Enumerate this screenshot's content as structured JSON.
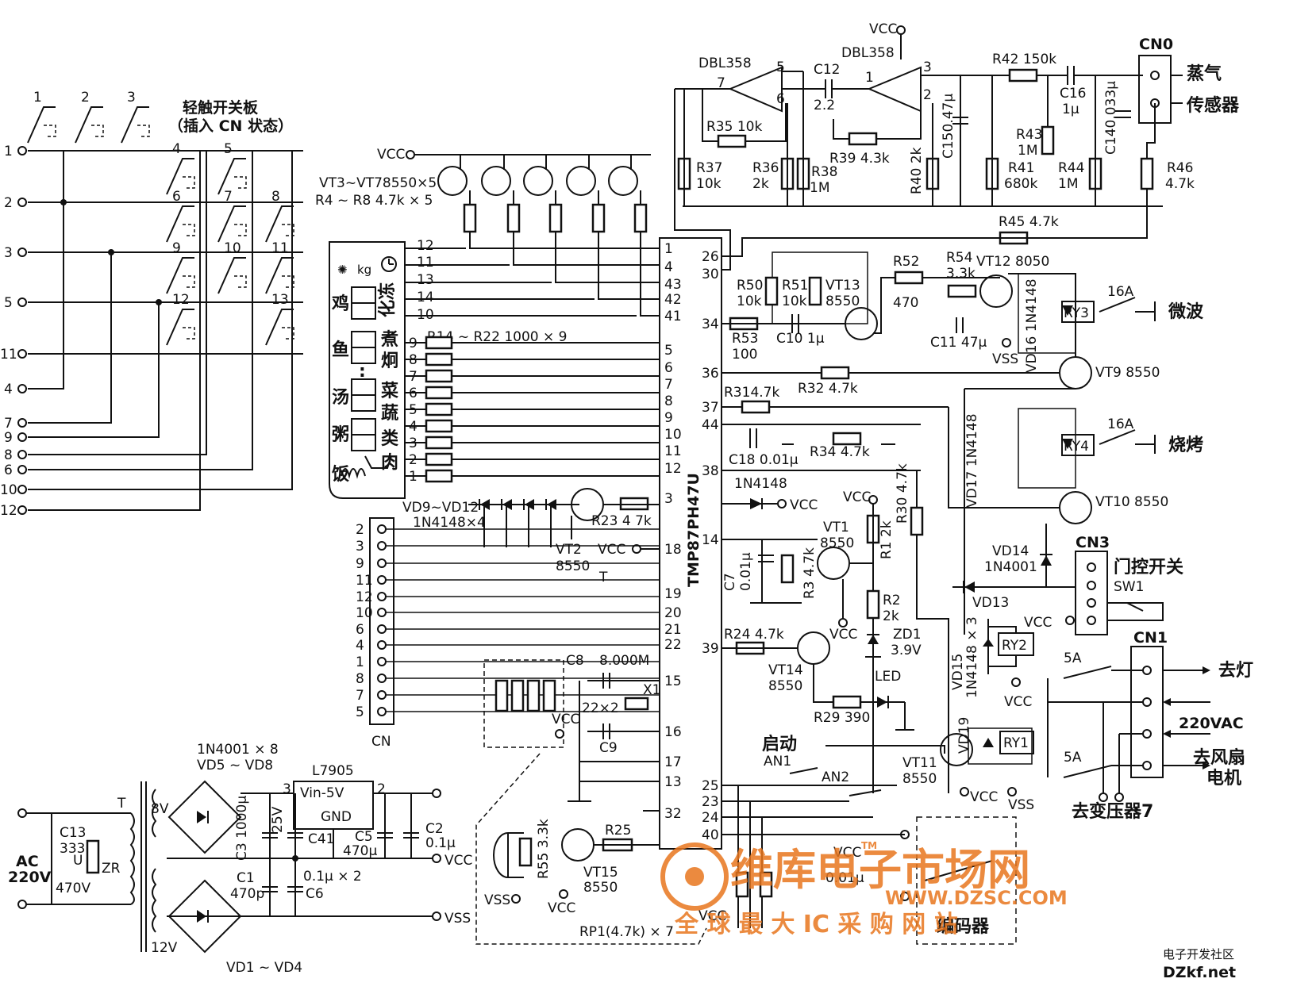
{
  "keypad": {
    "title": "轻触开关板",
    "subtitle": "（插入 CN 状态）",
    "row_pins": [
      "1",
      "2",
      "3",
      "5",
      "11"
    ],
    "col_pins": [
      "4",
      "7",
      "9",
      "8",
      "6",
      "10",
      "12"
    ],
    "keys": [
      "1",
      "2",
      "3",
      "4",
      "5",
      "6",
      "7",
      "8",
      "9",
      "10",
      "11",
      "12",
      "13"
    ]
  },
  "display": {
    "pins": [
      "12",
      "11",
      "13",
      "14",
      "10"
    ],
    "labels": [
      "鸡",
      "化冻",
      "鱼",
      "煮",
      "炯",
      "汤",
      "菜",
      "粥",
      "蔬",
      "类",
      "饭",
      "肉"
    ],
    "segment_pins": [
      "9",
      "8",
      "7",
      "6",
      "5",
      "4",
      "3",
      "2",
      "1"
    ]
  },
  "labels": {
    "vt3_vt7": "VT3~VT78550×5",
    "r4_r8": "R4 ~ R8 4.7k × 5",
    "r14_r22": "R14 ~ R22 1000 × 9",
    "vd9_vd12": "VD9~VD12",
    "vd9_part": "1N4148×4",
    "vt2": "VT2",
    "vt2_part": "8550",
    "r23": "R23 4 7k",
    "vcc": "VCC",
    "vss": "VSS",
    "t": "T",
    "cn": "CN",
    "ic": "TMP87PH47U",
    "c8": "C8",
    "xtal": "8.000M",
    "x1": "X1",
    "c22": "22×2",
    "c9": "C9",
    "r25": "R25",
    "r55": "R55 3.3k",
    "vt15": "VT15",
    "vt15_part": "8550",
    "rp1": "RP1(4.7k) × 7",
    "bridge_top": "1N4001 × 8",
    "bridge_top2": "VD5 ~ VD8",
    "l7905": "L7905",
    "vin": "Vin-5V",
    "gnd": "GND",
    "c3": "C3 1000μ",
    "v25": "25V",
    "c41": "C41",
    "c5": "C5",
    "c5v": "470μ",
    "c2": "C2",
    "c2v": "0.1μ",
    "c1": "C1",
    "c1v": "470p",
    "c6": "0.1μ × 2",
    "c6n": "C6",
    "vd1_vd4": "VD1 ~ VD4",
    "ac": "AC",
    "ac220": "220V",
    "c13": "C13",
    "c13v": "333",
    "zr": "ZR",
    "v470": "470V",
    "u": "U",
    "v8": "8V",
    "v12": "12V",
    "dbl358a": "DBL358",
    "dbl358b": "DBL358",
    "c12": "C12",
    "c12v": "2.2",
    "r35": "R35 10k",
    "r37": "R37",
    "r37v": "10k",
    "r36": "R36",
    "r36v": "2k",
    "r38": "R38",
    "r38v": "1M",
    "r39": "R39 4.3k",
    "r40": "R40 2k",
    "c15": "C150.47μ",
    "r41": "R41",
    "r41v": "680k",
    "r42": "R42 150k",
    "c16": "C16",
    "c16v": "1μ",
    "r43": "R43",
    "r43v": "1M",
    "r44": "R44",
    "r44v": "1M",
    "c14": "C140.033μ",
    "cn0": "CN0",
    "r46": "R46",
    "r46v": "4.7k",
    "steam": "蒸气",
    "sensor": "传感器",
    "r45": "R45 4.7k",
    "r50": "R50",
    "r50v": "10k",
    "r51": "R51",
    "r51v": "10k",
    "vt13": "VT13",
    "vt13v": "8550",
    "r52": "R52",
    "r52v": "470",
    "r54": "R54",
    "r54v": "3.3k",
    "vt12": "VT12 8050",
    "r53": "R53",
    "r53v": "100",
    "c10": "C10 1μ",
    "c11": "C11 47μ",
    "vd16": "VD16 1N4148",
    "ry3": "RY3",
    "a16a": "16A",
    "microwave": "微波",
    "vt9": "VT9 8550",
    "r32": "R32 4.7k",
    "r31": "R314.7k",
    "ry4": "RY4",
    "a16b": "16A",
    "bake": "烧烤",
    "vd17": "VD17 1N4148",
    "c18": "C18 0.01μ",
    "r34": "R34 4.7k",
    "vt10": "VT10 8550",
    "n4148": "1N4148",
    "r12k": "R1 2k",
    "r30": "R30 4.7k",
    "vt1": "VT1",
    "vt1v": "8550",
    "c7": "C7",
    "c7v": "0.01μ",
    "r3": "R3 4.7k",
    "vd14": "VD14",
    "vd14v": "1N4001",
    "cn3": "CN3",
    "door": "门控开关",
    "sw1": "SW1",
    "vd13": "VD13",
    "r2": "R2",
    "r2v": "2k",
    "zd1": "ZD1",
    "zd1v": "3.9V",
    "r24": "R24 4.7k",
    "vt14": "VT14",
    "vt14v": "8550",
    "vd15": "VD15",
    "vd15v": "1N4148 × 3",
    "ry2": "RY2",
    "led": "LED",
    "r29": "R29 390",
    "cn1": "CN1",
    "a5a": "5A",
    "a5b": "5A",
    "lamp": "去灯",
    "v220ac": "220VAC",
    "fan": "去风扇",
    "motor": "电机",
    "transformer": "去变压器7",
    "start": "启动",
    "an1": "AN1",
    "an2": "AN2",
    "vt11": "VT11",
    "vt11v": "8550",
    "vd19": "VD19",
    "ry1": "RY1",
    "c_001": "0.01μ",
    "encoder": "编码器",
    "wm_main": "维库电子市场网",
    "wm_url": "WWW.DZSC.COM",
    "wm_sub": "全 球 最 大 IC 采 购 网 站",
    "wm_tm": "TM",
    "corner1": "电子开发社区",
    "corner2": "DZkf.net"
  },
  "ic_left_pins": [
    "1",
    "4",
    "43",
    "42",
    "41",
    "5",
    "6",
    "7",
    "8",
    "9",
    "10",
    "11",
    "12",
    "3",
    "18",
    "19",
    "20",
    "21",
    "22",
    "15",
    "16",
    "17",
    "13",
    "32"
  ],
  "ic_right_pins": [
    "26",
    "30",
    "34",
    "36",
    "37",
    "44",
    "38",
    "14",
    "39",
    "25",
    "23",
    "24",
    "40"
  ],
  "cn_pins": [
    "2",
    "3",
    "9",
    "11",
    "12",
    "10",
    "6",
    "4",
    "1",
    "8",
    "7",
    "5"
  ]
}
